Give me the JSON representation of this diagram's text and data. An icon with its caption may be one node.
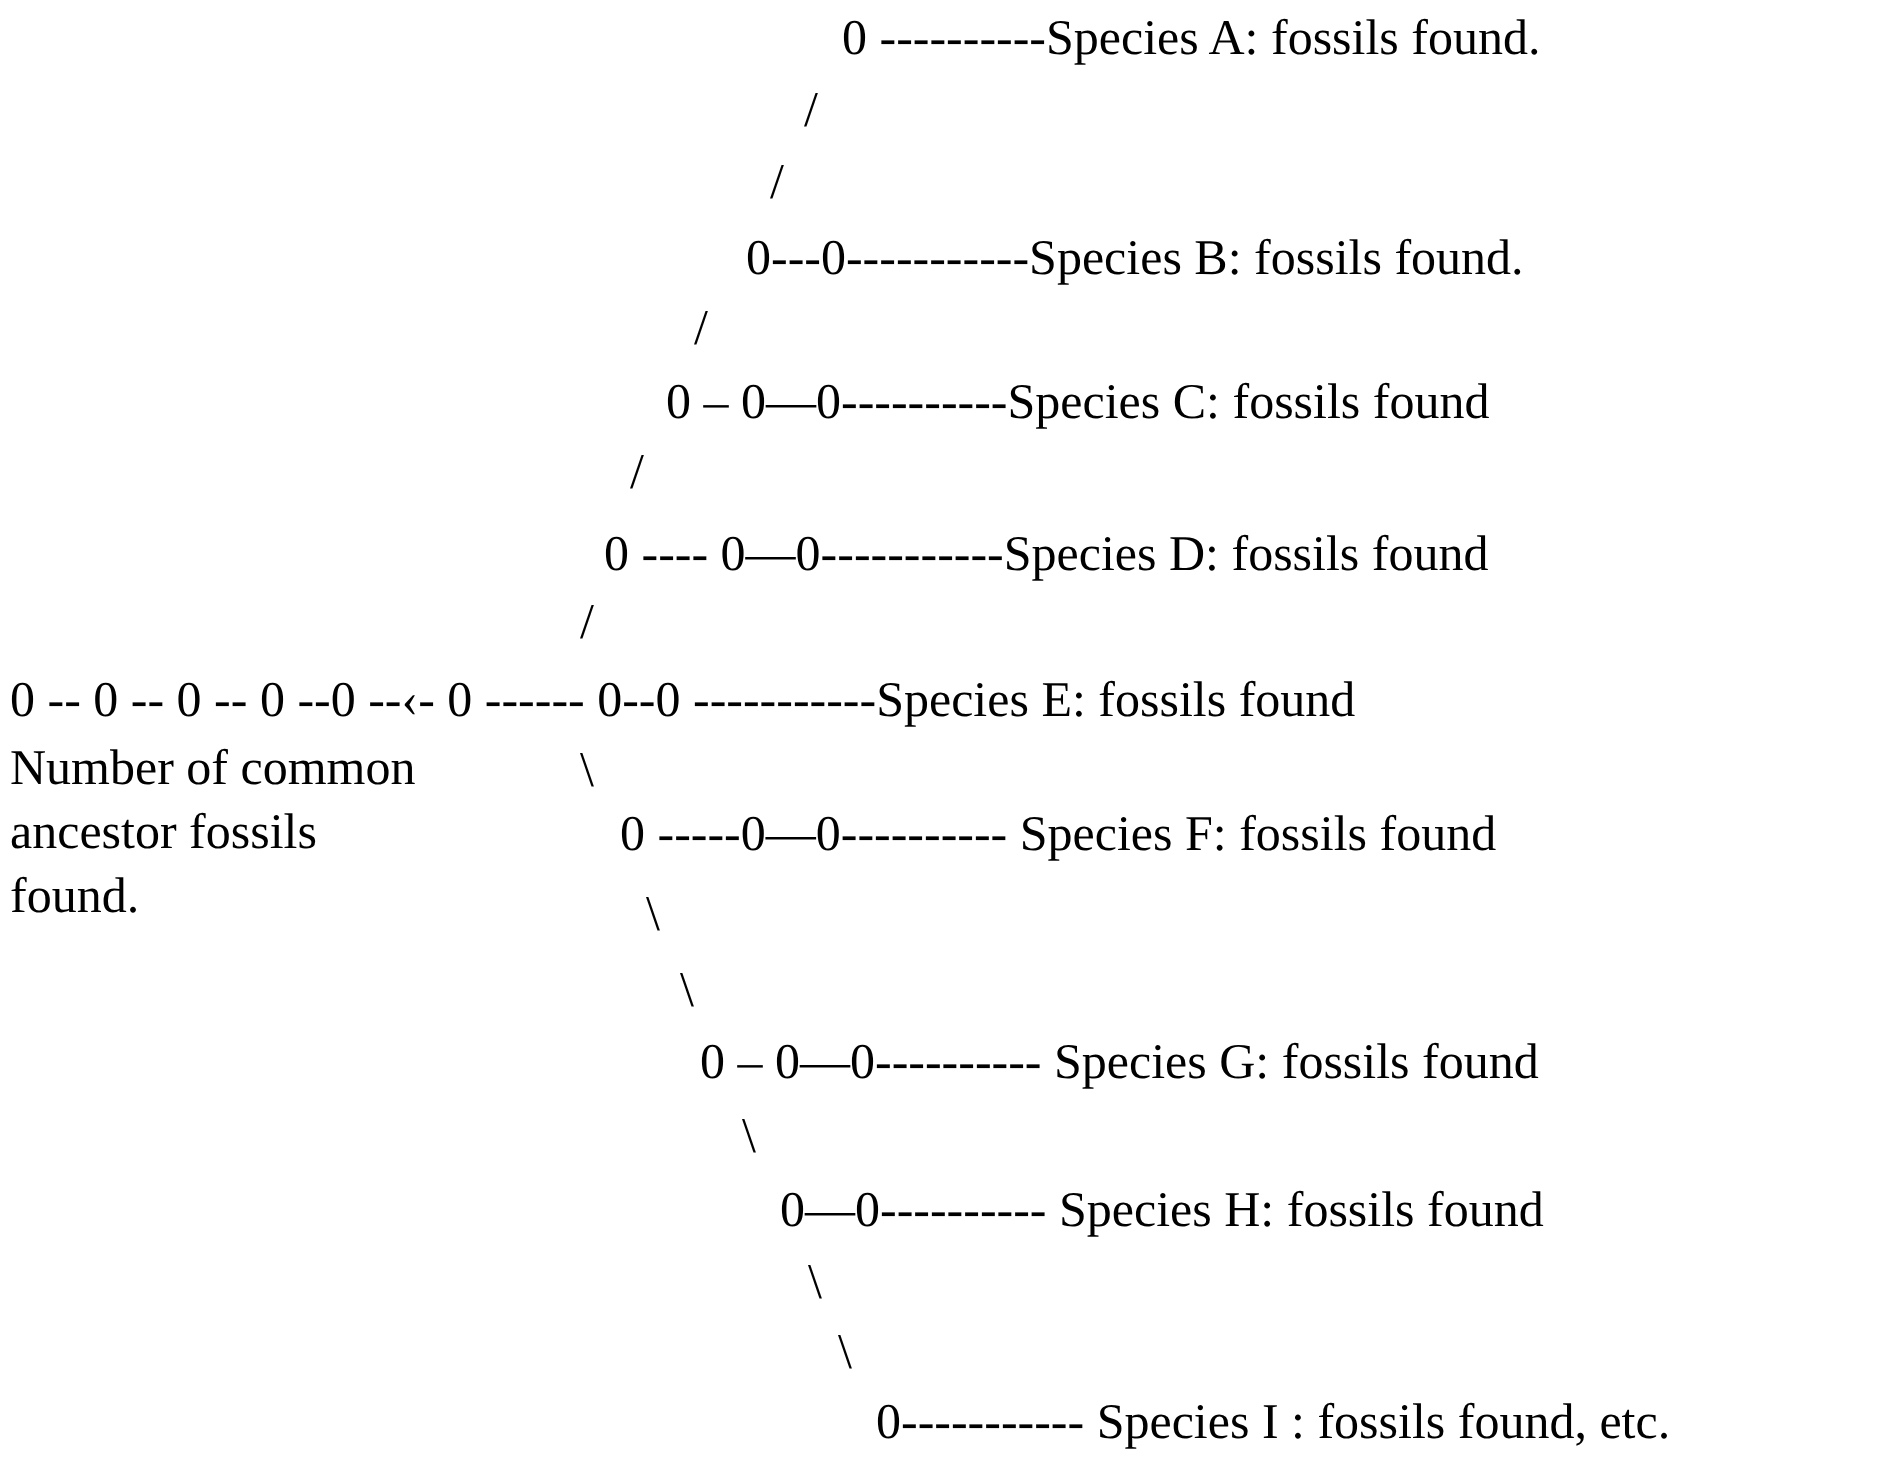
{
  "diagram": {
    "labels": [
      "0 ----------Species A: fossils found.",
      "/",
      "/",
      "0---0-----------Species B: fossils found.",
      "/",
      "0 – 0—0----------Species C: fossils found",
      "/",
      "0 ---- 0—0-----------Species D: fossils found",
      "/",
      "0 -- 0 -- 0 -- 0 --0 --‹- 0 ------ 0--0 -----------Species E: fossils found",
      "Number of common ancestor fossils found.",
      "\\",
      "0 -----0—0---------- Species F: fossils found",
      "\\",
      "\\",
      "0 – 0—0---------- Species G: fossils found",
      "\\",
      "0—0---------- Species H: fossils found",
      "\\",
      "\\",
      "0----------- Species I : fossils found, etc."
    ]
  }
}
